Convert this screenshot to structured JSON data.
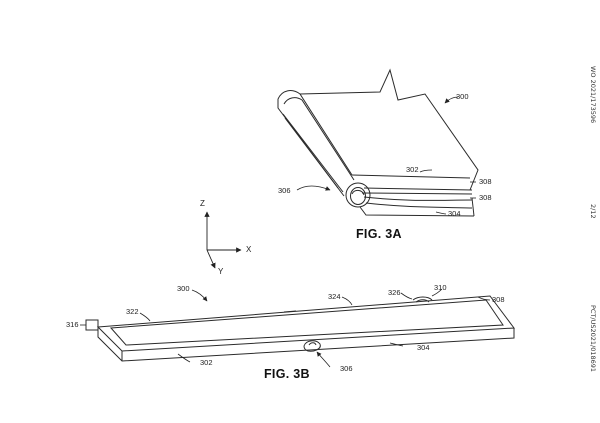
{
  "header": {
    "publication_number": "WO 2021/173596",
    "page_number": "2/12",
    "application_number": "PCT/US2021/018691"
  },
  "figures": {
    "fig_3a": {
      "caption": "FIG. 3A",
      "labels": {
        "ref_300": "300",
        "ref_302": "302",
        "ref_306": "306",
        "ref_308_upper": "308",
        "ref_308_lower": "308",
        "ref_304": "304"
      }
    },
    "fig_3b": {
      "caption": "FIG. 3B",
      "labels": {
        "ref_300": "300",
        "ref_322": "322",
        "ref_324": "324",
        "ref_326": "326",
        "ref_310": "310",
        "ref_308": "308",
        "ref_316": "316",
        "ref_302": "302",
        "ref_304": "304",
        "ref_306": "306"
      }
    }
  },
  "axes": {
    "z": "Z",
    "x": "X",
    "y": "Y"
  }
}
